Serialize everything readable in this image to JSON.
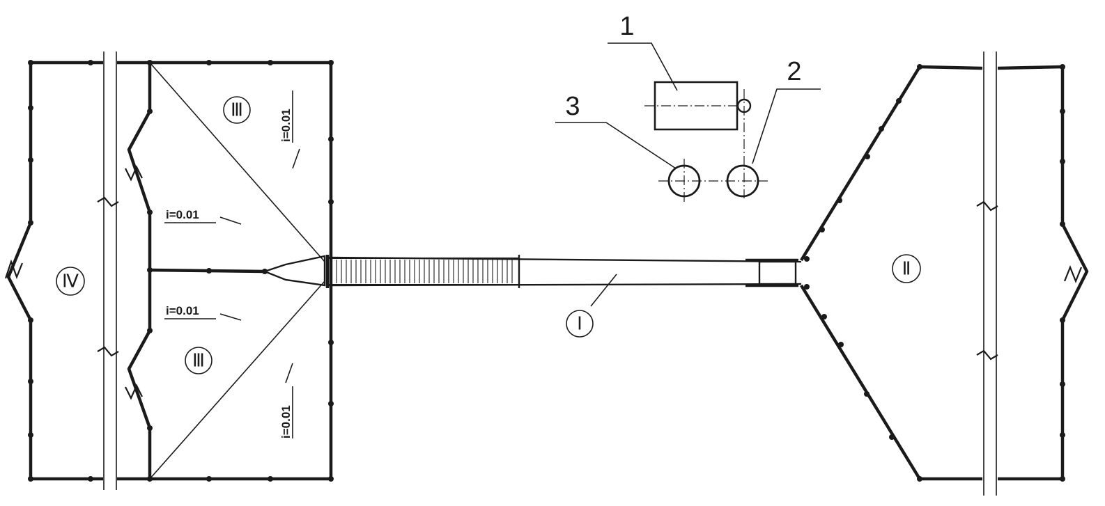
{
  "zones": {
    "I": "Ⅰ",
    "II": "Ⅱ",
    "III_top": "Ⅲ",
    "III_bottom": "Ⅲ",
    "IV": "Ⅳ"
  },
  "callouts": {
    "one": "1",
    "two": "2",
    "three": "3"
  },
  "slopes": {
    "left_upper": "i=0.01",
    "left_lower": "i=0.01",
    "right_upper": "i=0.01",
    "right_lower": "i=0.01"
  }
}
